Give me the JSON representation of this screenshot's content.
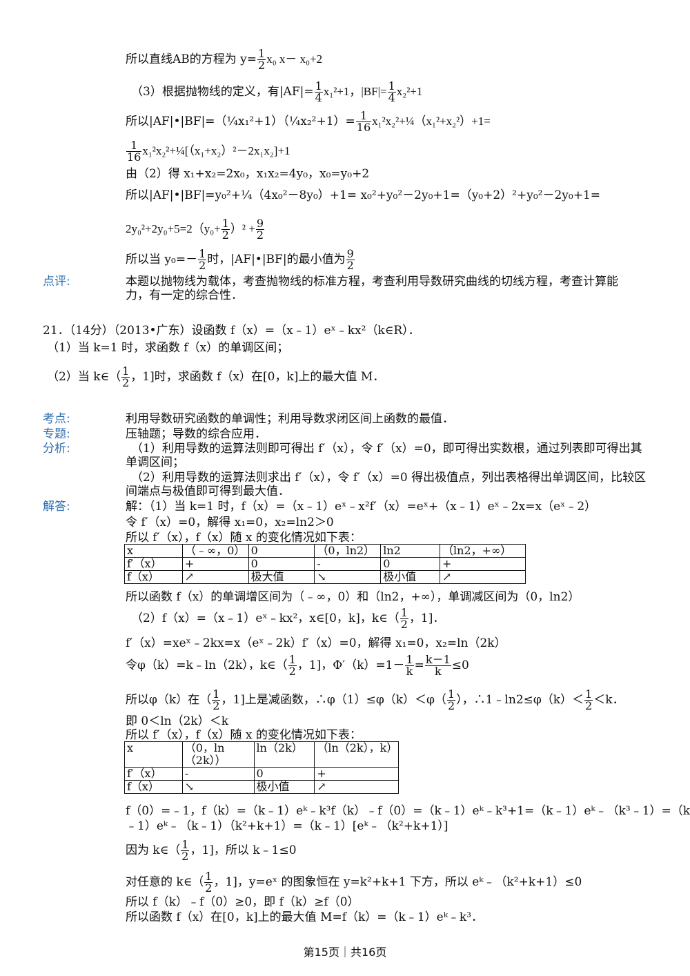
{
  "top": {
    "l1_pre": "所以直线AB的方程为 y=",
    "l1_post": "x₀ x－ x₀+2",
    "l2_pre": "（3）根据抛物线的定义，有|AF|=",
    "l2_mid": "x₁²+1，|BF|=",
    "l2_post": "x₂²+1",
    "l3": "所以|AF|•|BF|=（¼x₁²+1）（¼x₂²+1）=",
    "l3b": "x₁²x₂²+¼（x₁²+x₂²）+1=",
    "l4": "x₁²x₂²+¼[（x₁+x₂）²－2x₁x₂]+1",
    "l5": "由（2）得 x₁+x₂=2x₀，x₁x₂=4y₀，x₀=y₀+2",
    "l6": "所以|AF|•|BF|=y₀²+¼（4x₀²－8y₀）+1= x₀²+y₀²－2y₀+1=（y₀+2）²+y₀²－2y₀+1=",
    "l7_pre": "2y₀²+2y₀+5=2（y₀+",
    "l7_post": "）² +",
    "l8_pre": "所以当 y₀=－",
    "l8_mid": "时，|AF|•|BF|的最小值为",
    "half_n": "1",
    "half_d": "2",
    "quarter_n": "1",
    "quarter_d": "4",
    "sixteenth_d": "16",
    "nine": "9"
  },
  "review": {
    "label": "点评:",
    "text1": "本题以抛物线为载体，考查抛物线的标准方程，考查利用导数研究曲线的切线方程，考查计算能",
    "text2": "力，有一定的综合性．"
  },
  "q21": {
    "title": "21．（14分）（2013•广东）设函数 f（x）=（x﹣1）eˣ﹣kx²（k∈R）．",
    "p1": "（1）当 k=1 时，求函数 f（x）的单调区间；",
    "p2_pre": "（2）当 k∈（",
    "p2_post": "，1]时，求函数 f（x）在[0，k]上的最大值 M．"
  },
  "kaodian": {
    "label": "考点:",
    "text": "利用导数研究函数的单调性；利用导数求闭区间上函数的最值．"
  },
  "zhuanti": {
    "label": "专题:",
    "text": "压轴题；导数的综合应用．"
  },
  "fenxi": {
    "label": "分析:",
    "t1": "（1）利用导数的运算法则即可得出 f′（x），令 f′（x）=0，即可得出实数根，通过列表即可得出其",
    "t2": "单调区间；",
    "t3": "（2）利用导数的运算法则求出 f′（x），令 f′（x）=0 得出极值点，列出表格得出单调区间，比较区",
    "t4": "间端点与极值即可得到最大值．"
  },
  "jieda": {
    "label": "解答:",
    "s1": "解：（1）当 k=1 时，f（x）=（x﹣1）eˣ﹣x²f′（x）=eˣ+（x﹣1）eˣ﹣2x=x（eˣ﹣2）",
    "s2": "令 f′（x）=0，解得 x₁=0，x₂=ln2＞0",
    "s3": "所以 f′（x），f（x）随 x 的变化情况如下表：",
    "table1": [
      [
        "x",
        "（﹣∞，0）",
        "0",
        "（0，ln2）",
        "ln2",
        "（ln2，+∞）"
      ],
      [
        "f′（x）",
        "+",
        "0",
        "-",
        "0",
        "+"
      ],
      [
        "f（x）",
        "↗",
        "极大值",
        "↘",
        "极小值",
        "↗"
      ]
    ],
    "s4": "所以函数 f（x）的单调增区间为（﹣∞，0）和（ln2，+∞），单调减区间为（0，ln2）",
    "s5_pre": "（2）f（x）=（x﹣1）eˣ﹣kx²，x∈[0，k]，k∈（",
    "s5_post": "，1]．",
    "s6": "f′（x）=xeˣ﹣2kx=x（eˣ﹣2k）f′（x）=0，解得 x₁=0，x₂=ln（2k）",
    "s7_pre": "令φ（k）=k﹣ln（2k），k∈（",
    "s7_mid": "，1]，Φ′（k）=1－",
    "s7_eq": "=",
    "s7_num": "k－1",
    "s7_den": "k",
    "s7_post": "≤0",
    "s8_pre": "所以φ（k）在（",
    "s8_mid": "，1]上是减函数，∴φ（1）≤φ（k）＜φ（",
    "s8_mid2": "），∴1﹣ln2≤φ（k）＜",
    "s8_post": "＜k．",
    "s9": "即 0＜ln（2k）＜k",
    "s10": "所以 f′（x），f（x）随 x 的变化情况如下表：",
    "table2": [
      [
        "x",
        "（0，ln（2k））",
        "ln（2k）",
        "（ln（2k），k）"
      ],
      [
        "f′（x）",
        "-",
        "0",
        "+"
      ],
      [
        "f（x）",
        "↘",
        "极小值",
        "↗"
      ]
    ],
    "s11a": "f（0）=﹣1，f（k）=（k﹣1）eᵏ﹣k³f（k）﹣f（0）=（k﹣1）eᵏ﹣k³+1=（k﹣1）eᵏ﹣（k³﹣1）=（k",
    "s11b": "﹣1）eᵏ﹣（k﹣1）（k²+k+1）=（k﹣1）[eᵏ﹣（k²+k+1）]",
    "s12_pre": "因为 k∈（",
    "s12_post": "，1]，所以 k﹣1≤0",
    "s13_pre": "对任意的 k∈（",
    "s13_post": "，1]，y=eˣ 的图象恒在 y=k²+k+1 下方，所以 eᵏ﹣（k²+k+1）≤0",
    "s14": "所以 f（k）﹣f（0）≥0，即 f（k）≥f（0）",
    "s15": "所以函数 f（x）在[0，k]上的最大值 M=f（k）=（k﹣1）eᵏ﹣k³．"
  },
  "footer": "第15页｜共16页"
}
